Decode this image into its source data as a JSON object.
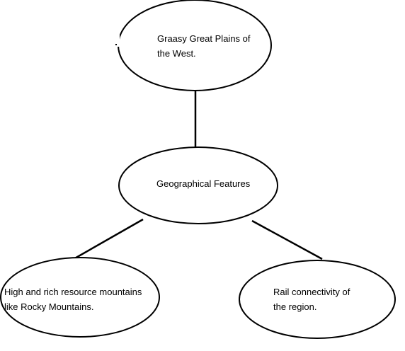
{
  "diagram": {
    "nodes": {
      "top": {
        "text": "Graasy Great Plains of\nthe West."
      },
      "center": {
        "text": "Geographical Features"
      },
      "left": {
        "text": "High and rich resource mountains\nlike Rocky Mountains."
      },
      "right": {
        "text": "Rail connectivity of\nthe region."
      }
    },
    "colors": {
      "stroke": "#000000",
      "fill": "#ffffff",
      "text": "#000000"
    }
  }
}
